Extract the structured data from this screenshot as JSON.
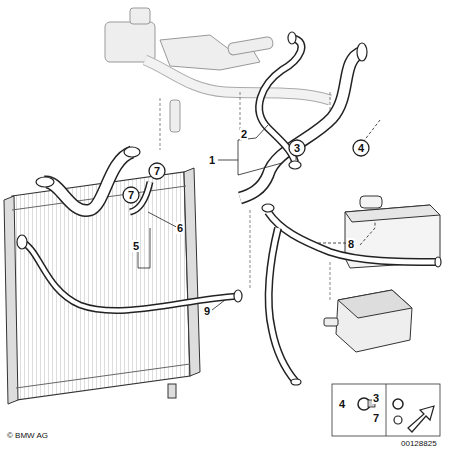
{
  "diagram": {
    "nodes": [
      {
        "text": [
          "4"
        ]
      },
      {
        "text": [
          "3"
        ]
      },
      {
        "text": [
          "7"
        ]
      },
      {
        "text": [
          "7"
        ]
      }
    ],
    "labels": [
      "1",
      "2",
      "5",
      "6",
      "8",
      "9",
      "4",
      "3",
      "7",
      "© BMW AG",
      "00128825"
    ]
  }
}
